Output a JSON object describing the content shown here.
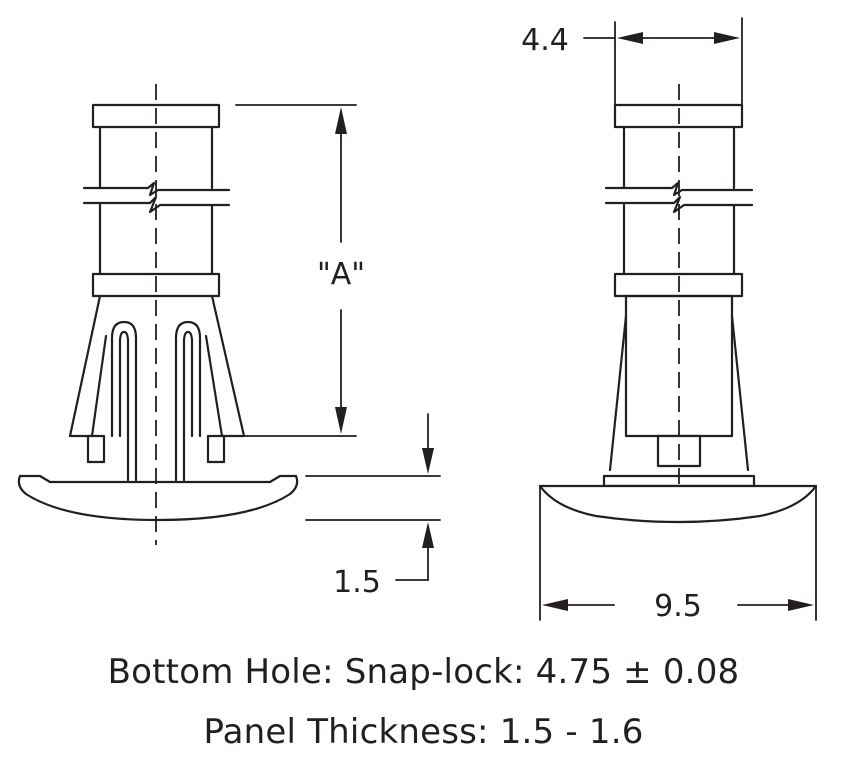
{
  "dimensions": {
    "head_width": "4.4",
    "length": "\"A\"",
    "panel_thickness": "1.5",
    "base_diameter": "9.5"
  },
  "notes": {
    "bottom_hole": "Bottom Hole: Snap-lock: 4.75 ± 0.08",
    "panel_thickness": "Panel Thickness: 1.5 - 1.6"
  }
}
